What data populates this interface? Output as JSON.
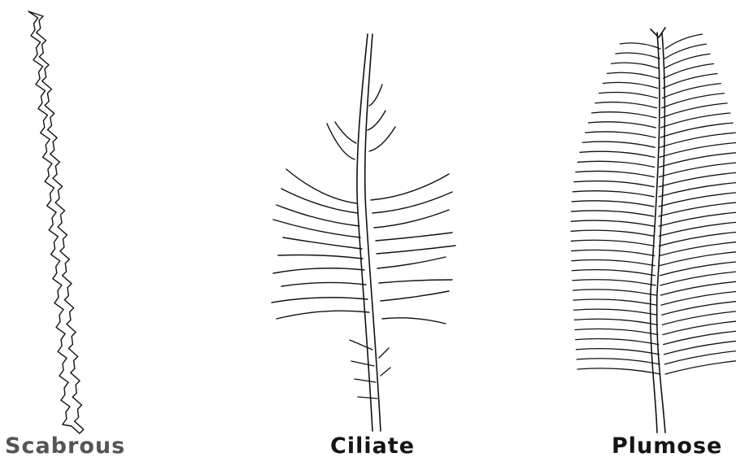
{
  "figure": {
    "ink_color": "#111111",
    "background": "#ffffff",
    "panels": [
      {
        "id": "scabrous",
        "label": "Scabrous"
      },
      {
        "id": "ciliate",
        "label": "Ciliate"
      },
      {
        "id": "plumose",
        "label": "Plumose"
      }
    ]
  }
}
